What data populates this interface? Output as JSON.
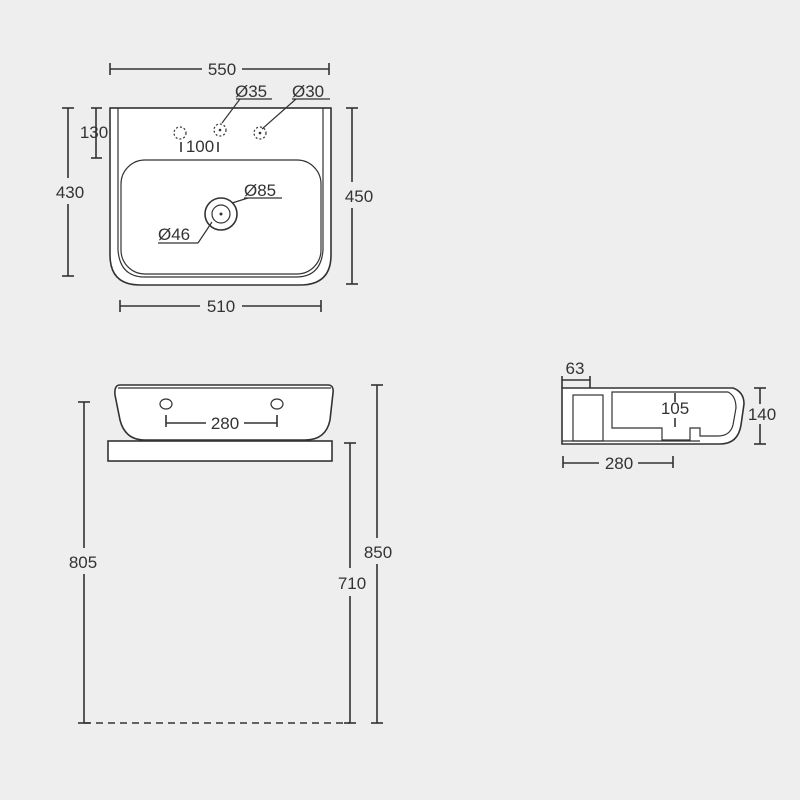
{
  "top_view": {
    "overall_width": "550",
    "tap_hole_diameter": "Ø35",
    "overflow_hole_diameter": "Ø30",
    "tap_hole_offset": "130",
    "hole_spacing": "100",
    "overall_depth": "450",
    "bowl_depth": "430",
    "drain_outer_diameter": "Ø85",
    "drain_inner_diameter": "Ø46",
    "bowl_width": "510"
  },
  "front_view": {
    "hole_spacing": "280",
    "floor_to_rim": "850",
    "floor_to_bottom": "710",
    "floor_to_top": "805"
  },
  "side_view": {
    "wall_thickness": "63",
    "drain_offset": "105",
    "height": "140",
    "depth": "280"
  },
  "colors": {
    "background": "#eeeeee",
    "line": "#333333",
    "fill": "#ffffff"
  }
}
